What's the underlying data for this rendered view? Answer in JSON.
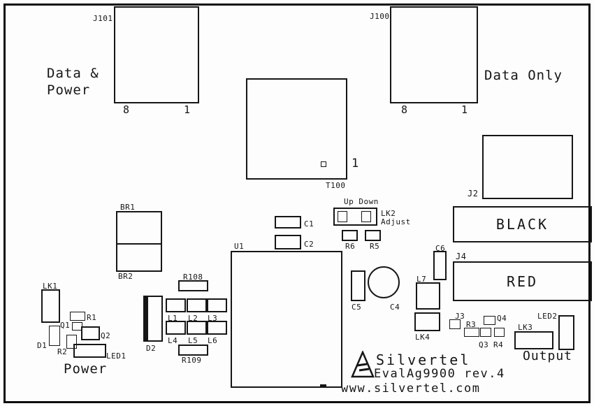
{
  "colors": {
    "silkscreen": "#161616",
    "background": "#ffffff"
  },
  "top_connectors": {
    "j101": {
      "ref": "J101",
      "caption_line1": "Data &",
      "caption_line2": "Power",
      "pin_left": "8",
      "pin_right": "1"
    },
    "j100": {
      "ref": "J100",
      "caption": "Data Only",
      "pin_left": "8",
      "pin_right": "1"
    }
  },
  "transformer": {
    "ref": "T100",
    "pin1": "1"
  },
  "right_connectors": {
    "j2": {
      "ref": "J2"
    },
    "black": {
      "label": "BLACK"
    },
    "j4": {
      "ref": "J4"
    },
    "red": {
      "label": "RED"
    }
  },
  "components": {
    "br1": "BR1",
    "br2": "BR2",
    "lk2": {
      "ref": "LK2",
      "caption": "Adjust",
      "direction": "Up Down"
    },
    "r6": "R6",
    "r5": "R5",
    "c1": "C1",
    "c2": "C2",
    "u1": "U1",
    "c5": "C5",
    "c4": "C4",
    "c6": "C6",
    "l7": "L7",
    "lk4": "LK4",
    "j3": "J3",
    "q4": "Q4",
    "r3": "R3",
    "q3": "Q3",
    "r4": "R4",
    "lk3": "LK3",
    "led2": "LED2",
    "lk1": "LK1",
    "r1": "R1",
    "q1": "Q1",
    "d1": "D1",
    "r2": "R2",
    "q2": "Q2",
    "led1": "LED1",
    "r108": "R108",
    "d2": "D2",
    "l1": "L1",
    "l2": "L2",
    "l3": "L3",
    "l4": "L4",
    "l5": "L5",
    "l6": "L6",
    "r109": "R109"
  },
  "sections": {
    "power": "Power",
    "output": "Output"
  },
  "branding": {
    "company": "Silvertel",
    "board": "EvalAg9900 rev.4",
    "website": "www.silvertel.com"
  }
}
